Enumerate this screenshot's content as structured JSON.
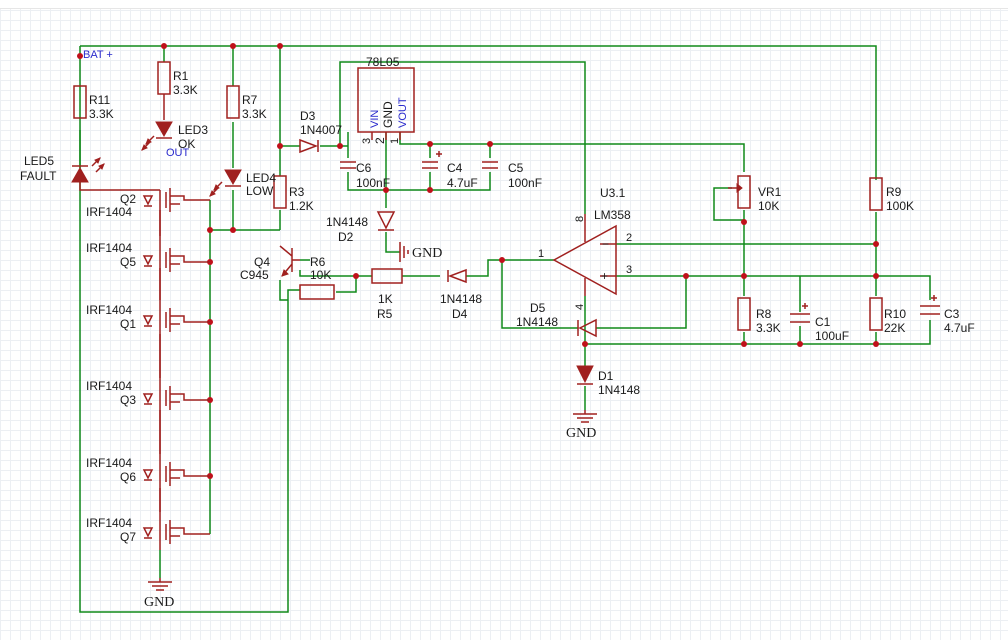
{
  "net_labels": {
    "bat": "BAT +",
    "ok_out": "OUT"
  },
  "components": {
    "r1": {
      "ref": "R1",
      "value": "3.3K"
    },
    "r3": {
      "ref": "R3",
      "value": "1.2K"
    },
    "r5": {
      "ref": "R5",
      "value": "1K"
    },
    "r6": {
      "ref": "R6",
      "value": "10K"
    },
    "r7": {
      "ref": "R7",
      "value": "3.3K"
    },
    "r8": {
      "ref": "R8",
      "value": "3.3K"
    },
    "r9": {
      "ref": "R9",
      "value": "100K"
    },
    "r10": {
      "ref": "R10",
      "value": "22K"
    },
    "r11": {
      "ref": "R11",
      "value": "3.3K"
    },
    "vr1": {
      "ref": "VR1",
      "value": "10K"
    },
    "c1": {
      "ref": "C1",
      "value": "100uF"
    },
    "c3": {
      "ref": "C3",
      "value": "4.7uF"
    },
    "c4": {
      "ref": "C4",
      "value": "4.7uF"
    },
    "c5": {
      "ref": "C5",
      "value": "100nF"
    },
    "c6": {
      "ref": "C6",
      "value": "100nF"
    },
    "d1": {
      "ref": "D1",
      "value": "1N4148"
    },
    "d2": {
      "ref": "D2",
      "value": "1N4148"
    },
    "d3": {
      "ref": "D3",
      "value": "1N4007"
    },
    "d4": {
      "ref": "D4",
      "value": "1N4148"
    },
    "d5": {
      "ref": "D5",
      "value": "1N4148"
    },
    "led3": {
      "ref": "LED3",
      "value": "OK"
    },
    "led4": {
      "ref": "LED4",
      "value": "LOW"
    },
    "led5": {
      "ref": "LED5",
      "value": "FAULT"
    },
    "q4": {
      "ref": "Q4",
      "value": "C945"
    },
    "mosfets": [
      {
        "ref": "Q2",
        "value": "IRF1404"
      },
      {
        "ref": "Q5",
        "value": "IRF1404"
      },
      {
        "ref": "Q1",
        "value": "IRF1404"
      },
      {
        "ref": "Q3",
        "value": "IRF1404"
      },
      {
        "ref": "Q6",
        "value": "IRF1404"
      },
      {
        "ref": "Q7",
        "value": "IRF1404"
      }
    ],
    "reg": {
      "ref": "78L05",
      "pin_vin": "VIN",
      "pin_gnd": "GND",
      "pin_vout": "VOUT",
      "n3": "3",
      "n2": "2",
      "n1": "1"
    },
    "opamp": {
      "ref": "U3.1",
      "value": "LM358",
      "p1": "1",
      "p2": "2",
      "p3": "3",
      "p4": "4",
      "p8": "8",
      "minus": "−",
      "plus": "+"
    }
  },
  "gnd_labels": {
    "bottom": "GND",
    "mid": "GND",
    "left": "GND"
  },
  "colors": {
    "wire": "#108a1a",
    "component": "#a0201f",
    "junction": "#c0101a",
    "net_label": "#2b2bcc",
    "grid": "#eceff3"
  }
}
